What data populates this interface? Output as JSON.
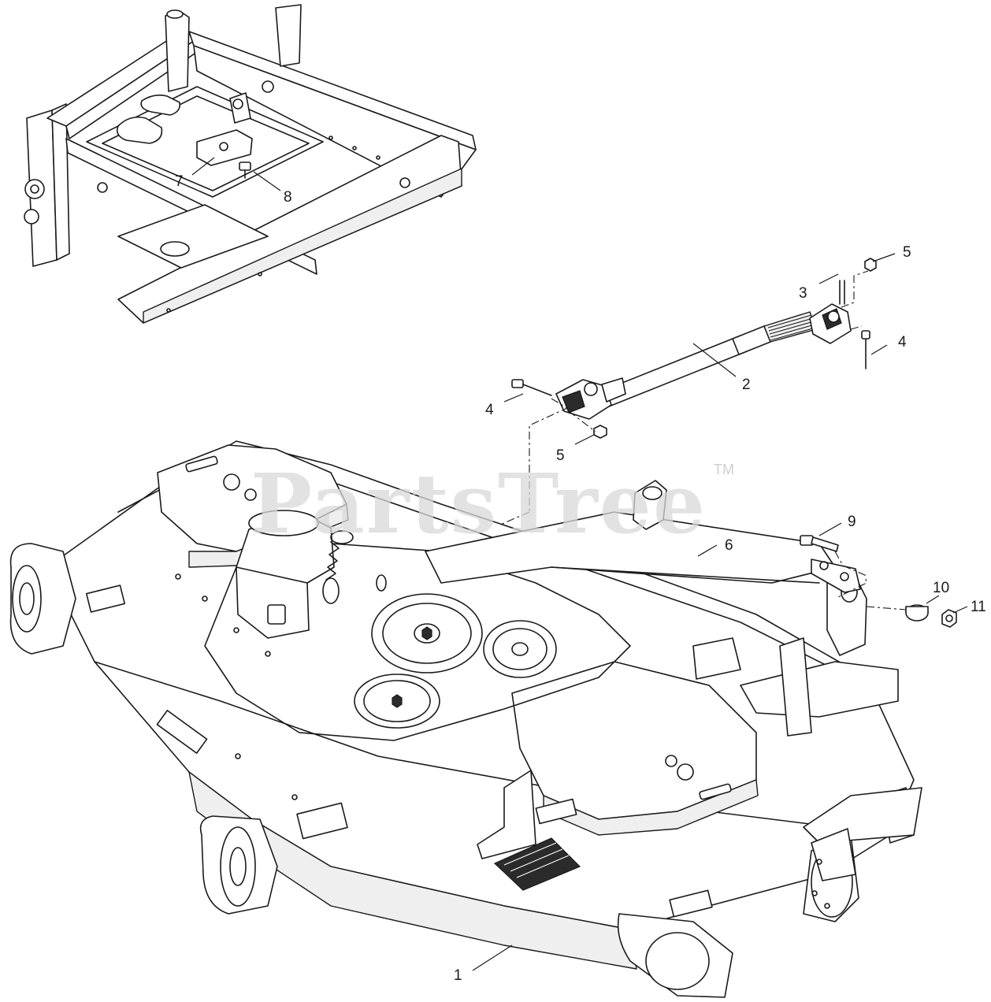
{
  "watermark": {
    "text": "PartsTree",
    "trademark": "TM"
  },
  "callouts": [
    {
      "id": "1",
      "label": "1"
    },
    {
      "id": "2",
      "label": "2"
    },
    {
      "id": "3",
      "label": "3"
    },
    {
      "id": "4a",
      "label": "4"
    },
    {
      "id": "4b",
      "label": "4"
    },
    {
      "id": "5a",
      "label": "5"
    },
    {
      "id": "5b",
      "label": "5"
    },
    {
      "id": "6",
      "label": "6"
    },
    {
      "id": "7",
      "label": "7"
    },
    {
      "id": "8",
      "label": "8"
    },
    {
      "id": "9",
      "label": "9"
    },
    {
      "id": "10",
      "label": "10"
    },
    {
      "id": "11",
      "label": "11"
    }
  ]
}
